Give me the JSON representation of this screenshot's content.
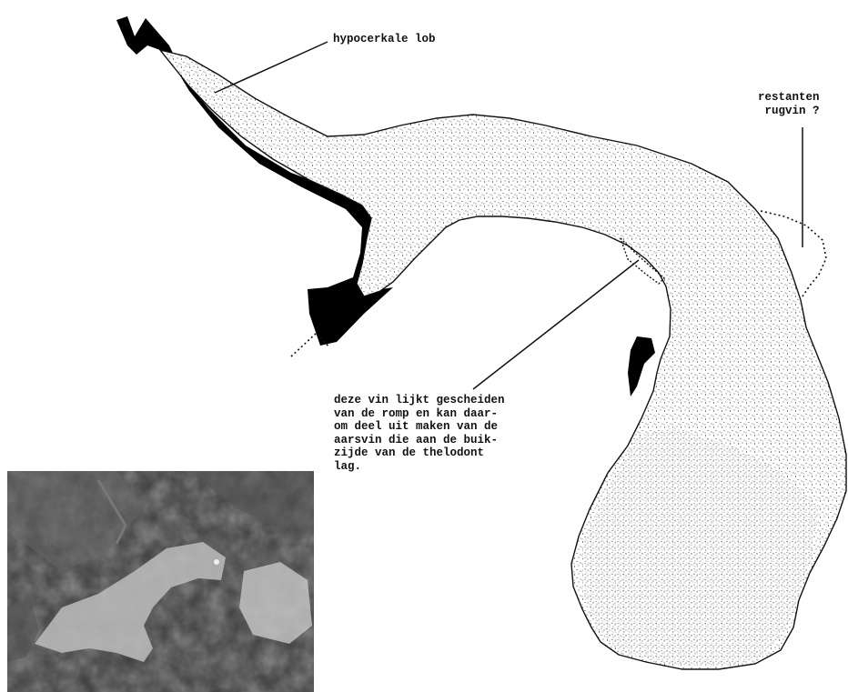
{
  "labels": {
    "hypocercal_lobe": "hypocerkale lob",
    "dorsal_fin_remains": "restanten\n   rugvin ?",
    "fin_note": "deze vin lijkt gescheiden\nvan de romp en kan daar-\nom deel uit maken van de\naarsvin die aan de buik-\nzijde van de thelodont\nlag."
  },
  "colors": {
    "outline": "#111111",
    "shadow": "#000000",
    "paper": "#ffffff",
    "photo_dark": "#3a3a3a",
    "photo_light": "#c8c8c8"
  }
}
